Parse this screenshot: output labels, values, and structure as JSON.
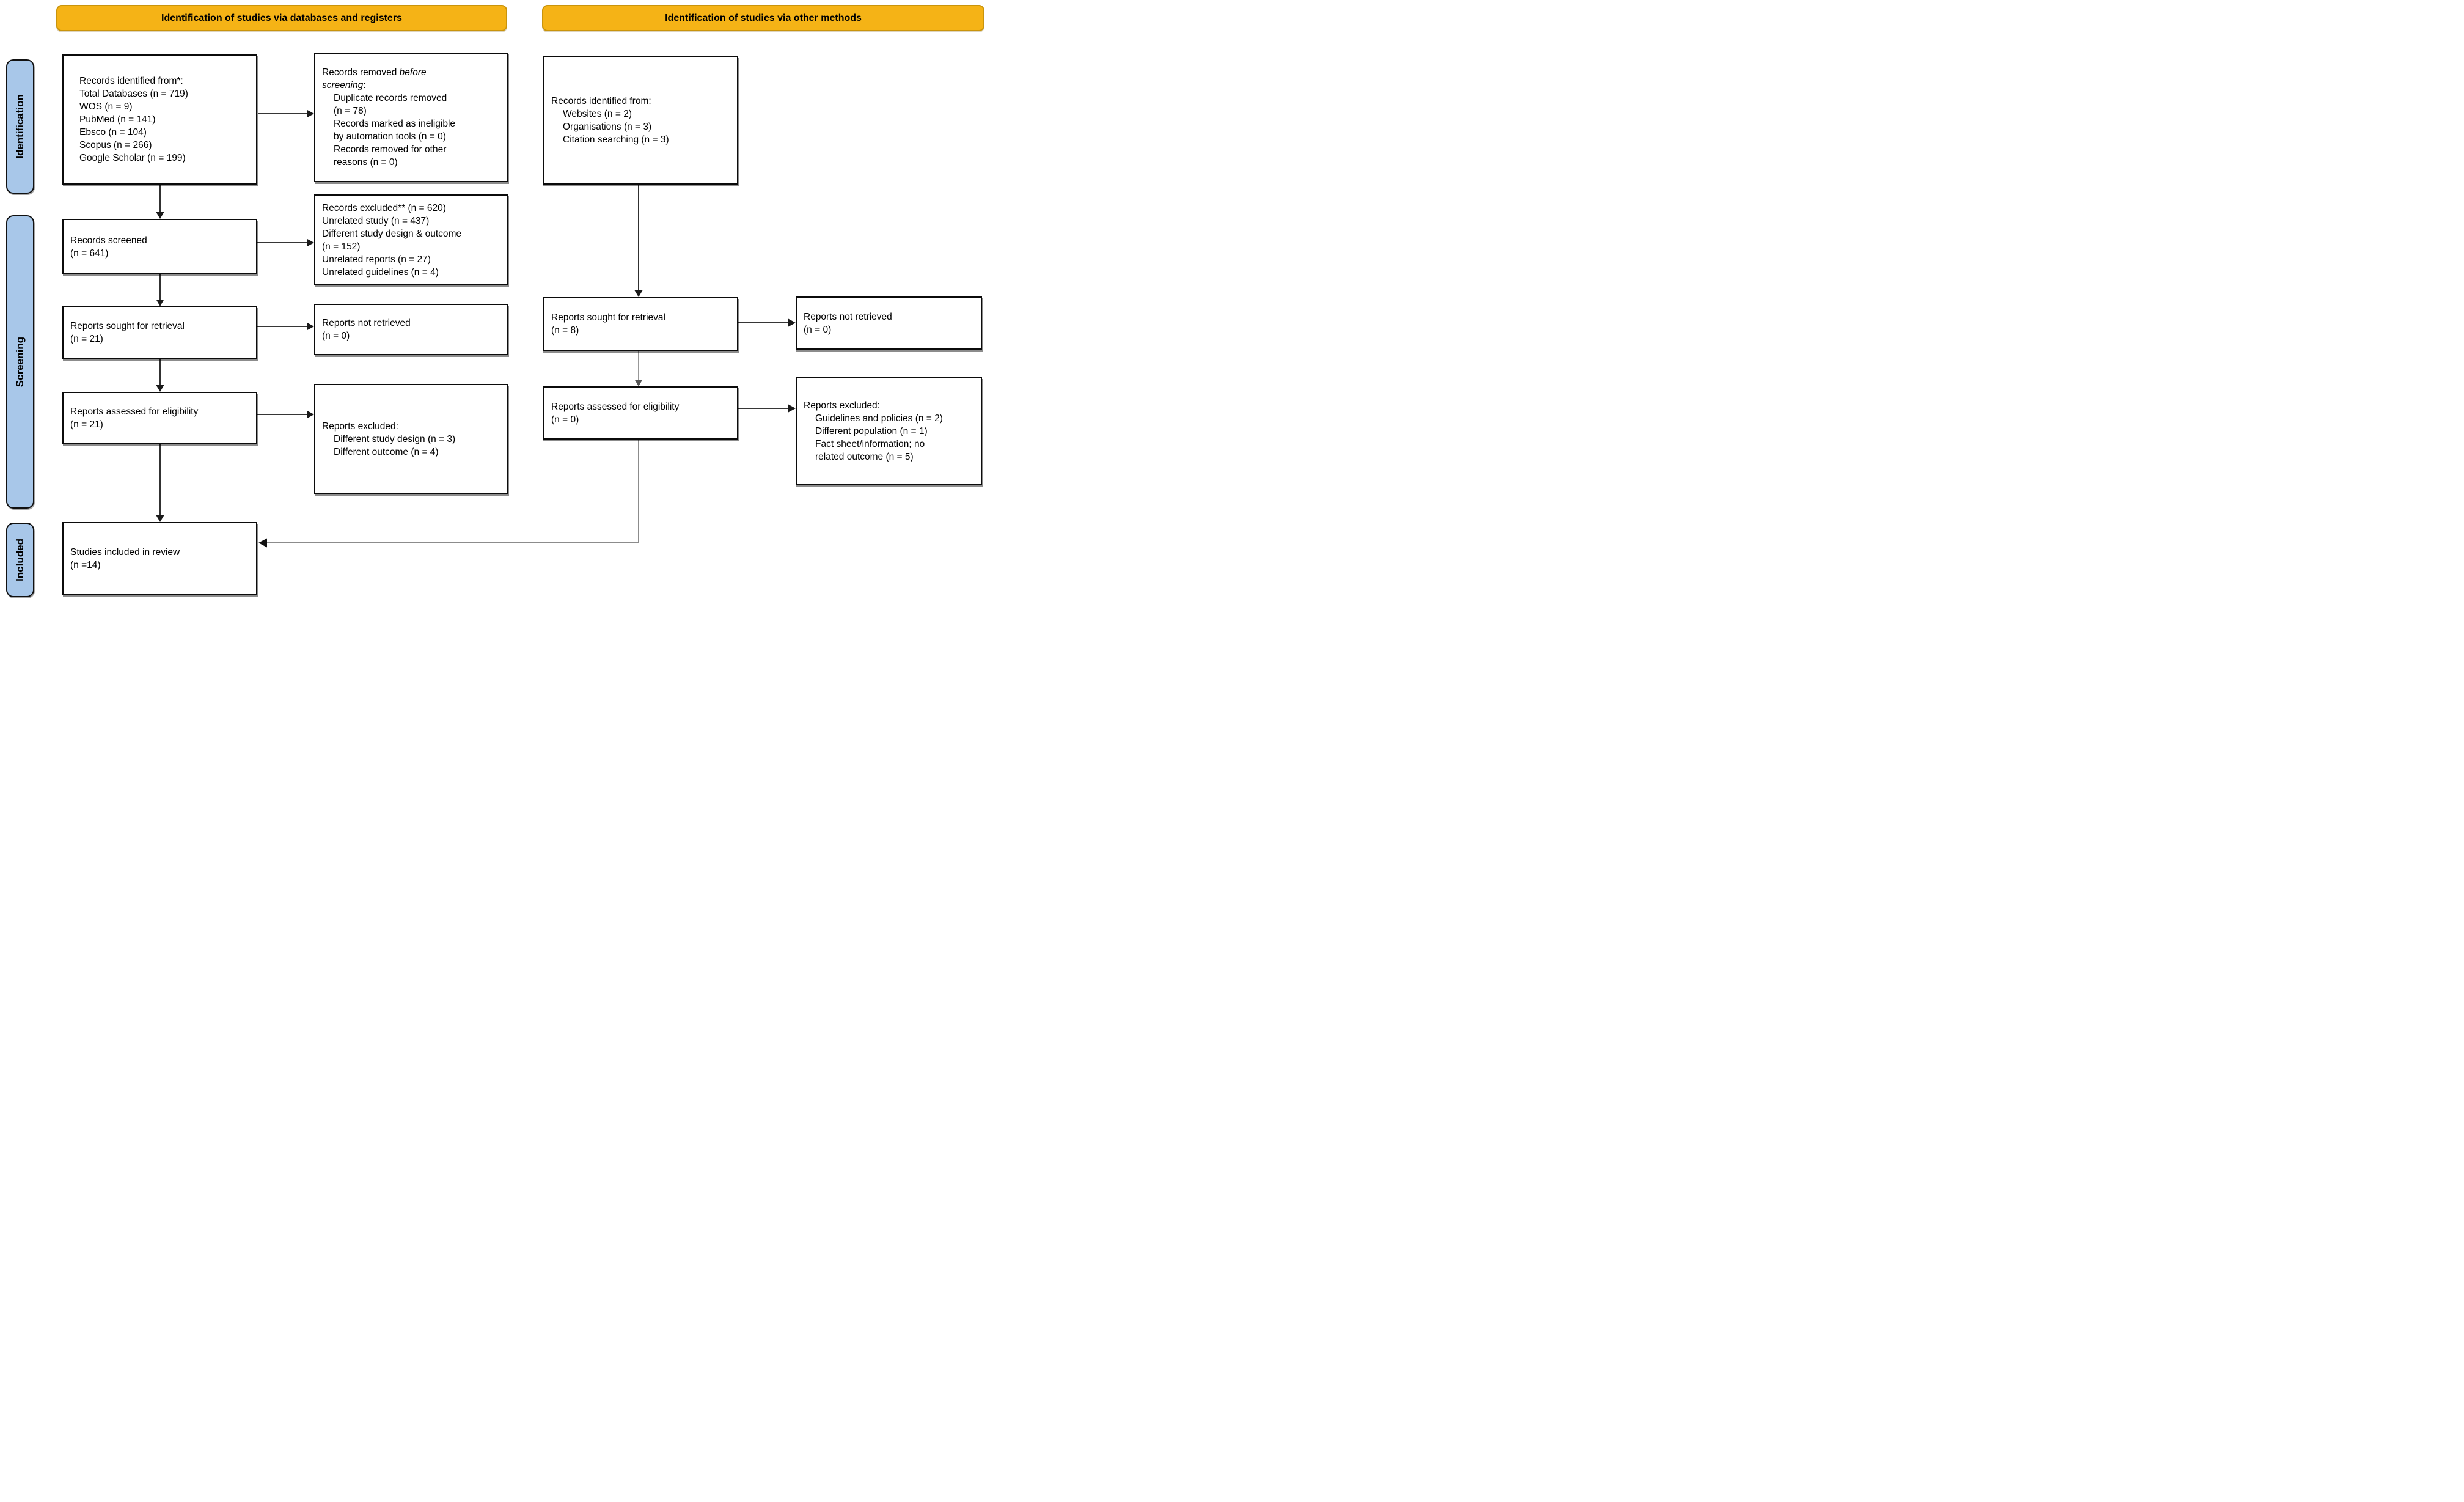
{
  "headers": {
    "left": "Identification of studies via databases and registers",
    "right": "Identification of studies via other methods"
  },
  "sidebar": {
    "identification": "Identification",
    "screening": "Screening",
    "included": "Included"
  },
  "colors": {
    "header_bg": "#F5B316",
    "header_border": "#C9940C",
    "sidebar_bg": "#A8C7E9",
    "box_border": "#0B0B0B",
    "connector_black": "#1A1A1A",
    "connector_grey": "#8C8C8C",
    "background": "#FFFFFF"
  },
  "boxes": {
    "records_identified_db": {
      "lines": [
        {
          "text": "Records identified from*:"
        },
        {
          "text": "Total Databases (n = 719)"
        },
        {
          "text": "WOS (n = 9)"
        },
        {
          "text": "PubMed (n = 141)"
        },
        {
          "text": "Ebsco (n = 104)"
        },
        {
          "text": "Scopus (n = 266)"
        },
        {
          "text": "Google Scholar (n = 199)"
        }
      ]
    },
    "records_removed": {
      "lines": [
        {
          "segments": [
            {
              "text": "Records removed "
            },
            {
              "text": "before",
              "italic": true
            }
          ]
        },
        {
          "segments": [
            {
              "text": "screening",
              "italic": true
            },
            {
              "text": ":"
            }
          ]
        },
        {
          "text": "Duplicate records removed",
          "indent": 1
        },
        {
          "text": "(n = 78)",
          "indent": 1
        },
        {
          "text": "Records marked as ineligible",
          "indent": 1
        },
        {
          "text": "by automation tools (n = 0)",
          "indent": 1
        },
        {
          "text": "Records removed for other",
          "indent": 1
        },
        {
          "text": "reasons (n = 0)",
          "indent": 1
        }
      ]
    },
    "records_identified_other": {
      "lines": [
        {
          "text": "Records identified from:"
        },
        {
          "text": "Websites (n = 2)",
          "indent": 1
        },
        {
          "text": "Organisations (n = 3)",
          "indent": 1
        },
        {
          "text": "Citation searching (n = 3)",
          "indent": 1
        }
      ]
    },
    "records_screened": {
      "lines": [
        {
          "text": "Records screened"
        },
        {
          "text": "(n = 641)"
        }
      ]
    },
    "records_excluded": {
      "lines": [
        {
          "text": "Records excluded** (n = 620)"
        },
        {
          "text": "Unrelated study (n = 437)"
        },
        {
          "text": "Different study design & outcome"
        },
        {
          "text": "(n = 152)"
        },
        {
          "text": "Unrelated reports (n = 27)"
        },
        {
          "text": "Unrelated guidelines (n = 4)"
        }
      ]
    },
    "reports_sought_db": {
      "lines": [
        {
          "text": "Reports sought for retrieval"
        },
        {
          "text": "(n = 21)"
        }
      ]
    },
    "reports_not_retrieved_db": {
      "lines": [
        {
          "text": "Reports not retrieved"
        },
        {
          "text": "(n = 0)"
        }
      ]
    },
    "reports_sought_other": {
      "lines": [
        {
          "text": "Reports sought for retrieval"
        },
        {
          "text": "(n = 8)"
        }
      ]
    },
    "reports_not_retrieved_other": {
      "lines": [
        {
          "text": "Reports not retrieved"
        },
        {
          "text": "(n = 0)"
        }
      ]
    },
    "reports_assessed_db": {
      "lines": [
        {
          "text": "Reports assessed for eligibility"
        },
        {
          "text": "(n = 21)"
        }
      ]
    },
    "reports_excluded_db": {
      "lines": [
        {
          "text": "Reports excluded:"
        },
        {
          "text": "Different study design (n = 3)",
          "indent": 1
        },
        {
          "text": "Different outcome (n = 4)",
          "indent": 1
        }
      ]
    },
    "reports_assessed_other": {
      "lines": [
        {
          "text": "Reports assessed for eligibility"
        },
        {
          "text": "(n = 0)"
        }
      ]
    },
    "reports_excluded_other": {
      "lines": [
        {
          "text": "Reports excluded:"
        },
        {
          "text": "Guidelines and policies (n = 2)",
          "indent": 1
        },
        {
          "text": "Different population (n = 1)",
          "indent": 1
        },
        {
          "text": "Fact sheet/information; no",
          "indent": 1
        },
        {
          "text": "related outcome (n = 5)",
          "indent": 1
        }
      ]
    },
    "studies_included": {
      "lines": [
        {
          "text": "Studies included in review"
        },
        {
          "text": "(n =14)"
        }
      ]
    }
  }
}
